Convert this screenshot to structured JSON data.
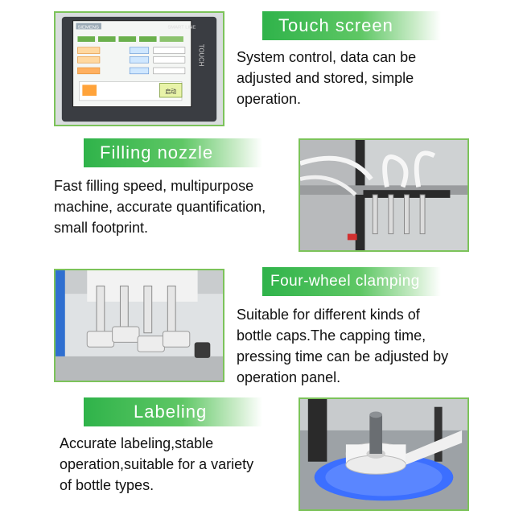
{
  "sections": [
    {
      "title": "Touch screen",
      "lines": [
        "System control, data can be",
        "adjusted and stored, simple",
        "operation."
      ]
    },
    {
      "title": "Filling nozzle",
      "lines": [
        "Fast filling speed, multipurpose",
        "machine, accurate quantification,",
        "small footprint."
      ]
    },
    {
      "title": "Four-wheel clamping",
      "lines": [
        "Suitable for different kinds of",
        "bottle caps.The capping time,",
        "pressing time can be adjusted by",
        "operation panel."
      ]
    },
    {
      "title": "Labeling",
      "lines": [
        "Accurate labeling,stable",
        "operation,suitable for a variety",
        "of bottle types."
      ]
    }
  ],
  "hmi": {
    "brand": "SIEMENS",
    "model": "SMART LINE",
    "side_label": "TOUCH",
    "start_label": "启动"
  },
  "colors": {
    "accent_green": "#2fb34a",
    "border_green": "#7cc35a",
    "hmi_bezel": "#3a3d42",
    "hmi_screen": "#f4f6f4",
    "label_light": "#5a86ff"
  }
}
